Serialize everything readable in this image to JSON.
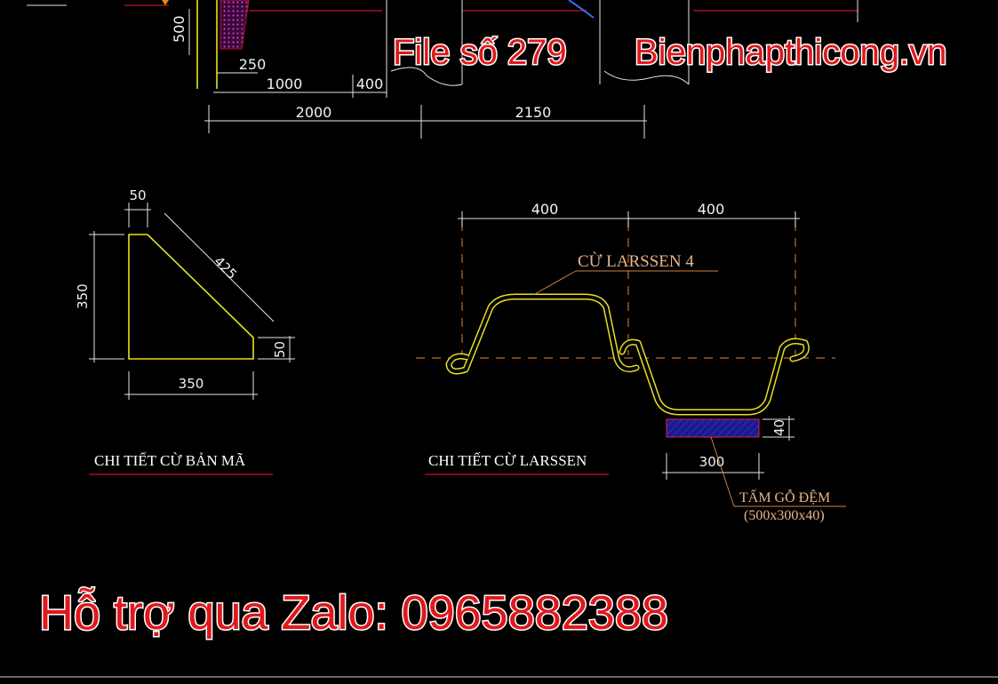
{
  "watermark": {
    "file_label": "File số 279",
    "site_label": "Bienphapthicong.vn",
    "support_label": "Hỗ trợ qua Zalo: 0965882388"
  },
  "top_section": {
    "dims": {
      "d500": "500",
      "d250": "250",
      "d1000": "1000",
      "d400": "400",
      "d2000": "2000",
      "d2150": "2150"
    }
  },
  "ban_ma": {
    "title": "CHI TIẾT CỪ BẢN MÃ",
    "dims": {
      "top": "50",
      "diagonal": "425",
      "height": "350",
      "base": "350",
      "right": "50"
    }
  },
  "larssen": {
    "title": "CHI TIẾT CỪ LARSSEN",
    "label": "CỪ LARSSEN 4",
    "dims": {
      "left_width": "400",
      "right_width": "400",
      "pad_height": "40",
      "pad_width": "300"
    },
    "pad_label": "TẤM GỖ ĐỆM",
    "pad_size": "(500x300x40)"
  },
  "colors": {
    "background": "#000000",
    "outline": "#e8e020",
    "underline": "#c8102e",
    "leader": "#d07f3a",
    "pad_fill": "#1a1a8c",
    "watermark": "#e0181b"
  }
}
